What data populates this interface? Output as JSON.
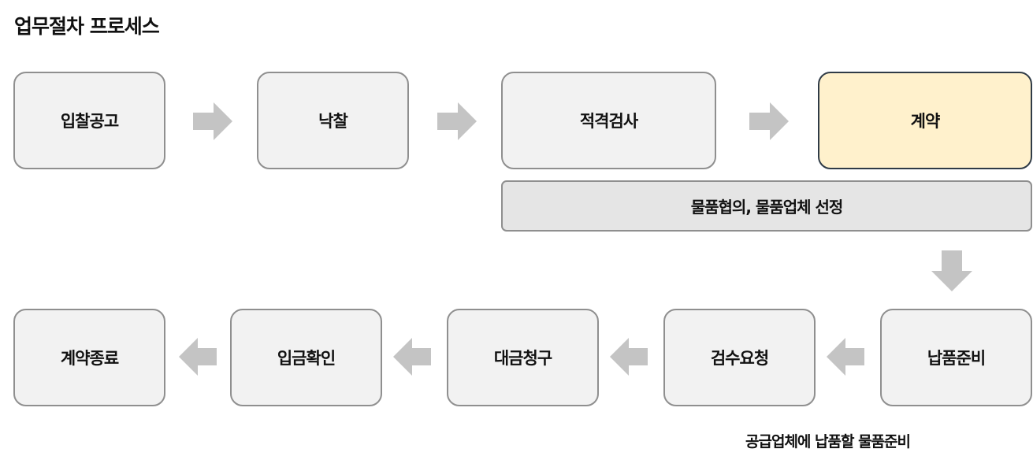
{
  "title": "업무절차 프로세스",
  "steps": [
    {
      "label": "입찰공고"
    },
    {
      "label": "낙찰"
    },
    {
      "label": "적격검사"
    },
    {
      "label": "계약"
    },
    {
      "label": "납품준비"
    },
    {
      "label": "검수요청"
    },
    {
      "label": "대금청구"
    },
    {
      "label": "입금확인"
    },
    {
      "label": "계약종료"
    }
  ],
  "active_step": "계약",
  "sub_bar": "물품협의, 물품업체 선정",
  "note": "공급업체에 납품할 물품준비",
  "colors": {
    "box_fill": "#f2f2f2",
    "box_border": "#8f8f8f",
    "active_fill": "#fff1cc",
    "active_border": "#2f3b47",
    "bar_fill": "#e5e5e5",
    "arrow": "#c4c4c4"
  },
  "icons": {
    "arrow_right": "arrow-right-icon",
    "arrow_down": "arrow-down-icon",
    "arrow_left": "arrow-left-icon"
  }
}
